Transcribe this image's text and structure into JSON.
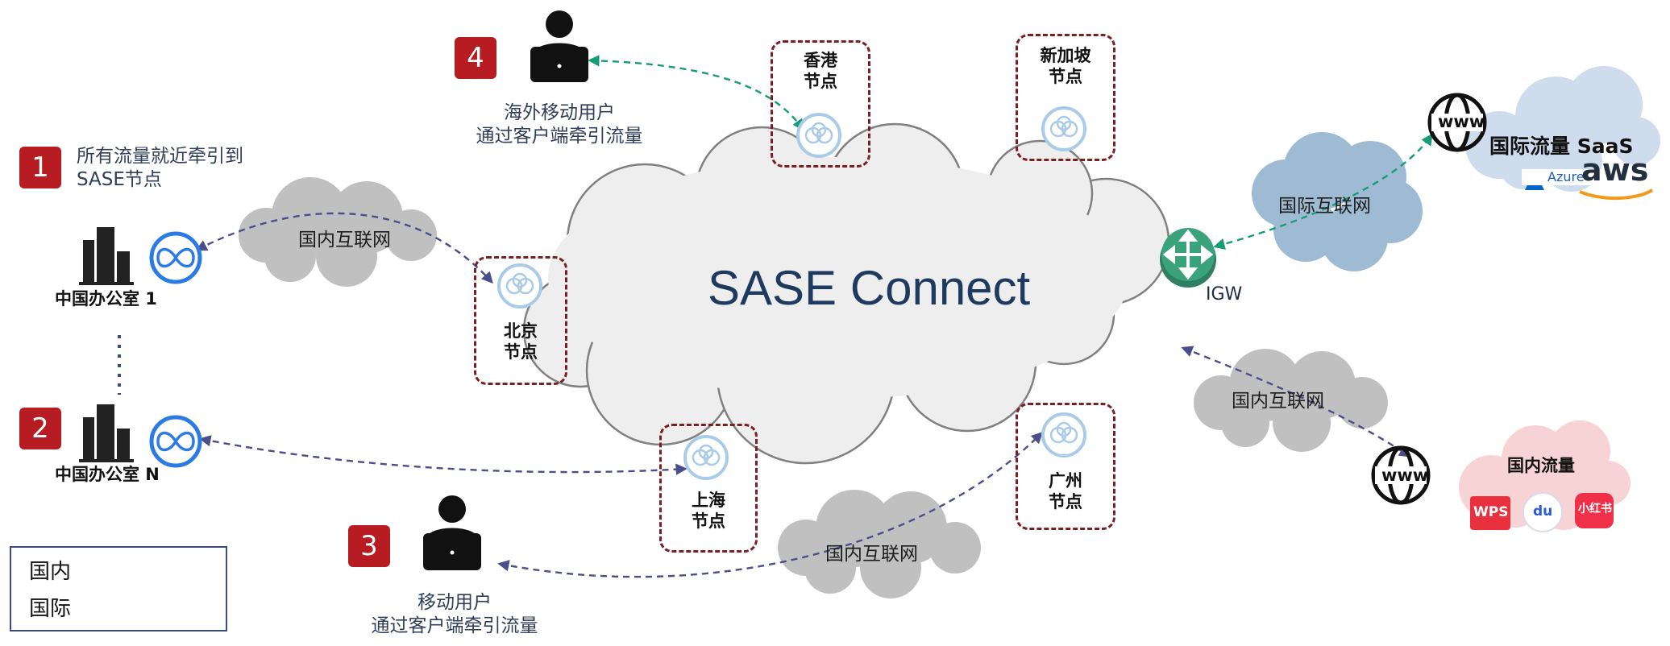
{
  "title": "SASE Connect",
  "steps": {
    "step1": {
      "num": "1",
      "line1": "所有流量就近牵引到",
      "line2": "SASE节点"
    },
    "step2": {
      "num": "2"
    },
    "step3": {
      "num": "3",
      "line1": "移动用户",
      "line2": "通过客户端牵引流量"
    },
    "step4": {
      "num": "4",
      "line1": "海外移动用户",
      "line2": "通过客户端牵引流量"
    }
  },
  "offices": {
    "office1": "中国办公室 1",
    "officeN": "中国办公室 N",
    "ellipsis": "⋮"
  },
  "nodes": {
    "beijing": {
      "line1": "北京",
      "line2": "节点"
    },
    "shanghai": {
      "line1": "上海",
      "line2": "节点"
    },
    "hongkong": {
      "line1": "香港",
      "line2": "节点"
    },
    "singapore": {
      "line1": "新加坡",
      "line2": "节点"
    },
    "guangzhou": {
      "line1": "广州",
      "line2": "节点"
    }
  },
  "internet": {
    "domestic_1": "国内互联网",
    "domestic_2": "国内互联网",
    "domestic_3": "国内互联网",
    "international": "国际互联网"
  },
  "igw": "IGW",
  "destinations": {
    "intl": {
      "title": "国际流量 SaaS",
      "azure": "Azure",
      "aws": "aws",
      "www": "www"
    },
    "dom": {
      "title": "国内流量",
      "wps": "WPS",
      "du": "du",
      "xhs": "小红书",
      "www": "www"
    }
  },
  "legend": {
    "domestic": {
      "label": "国内",
      "color": "#4a4f8c"
    },
    "international": {
      "label": "国际",
      "color": "#179c78"
    }
  }
}
